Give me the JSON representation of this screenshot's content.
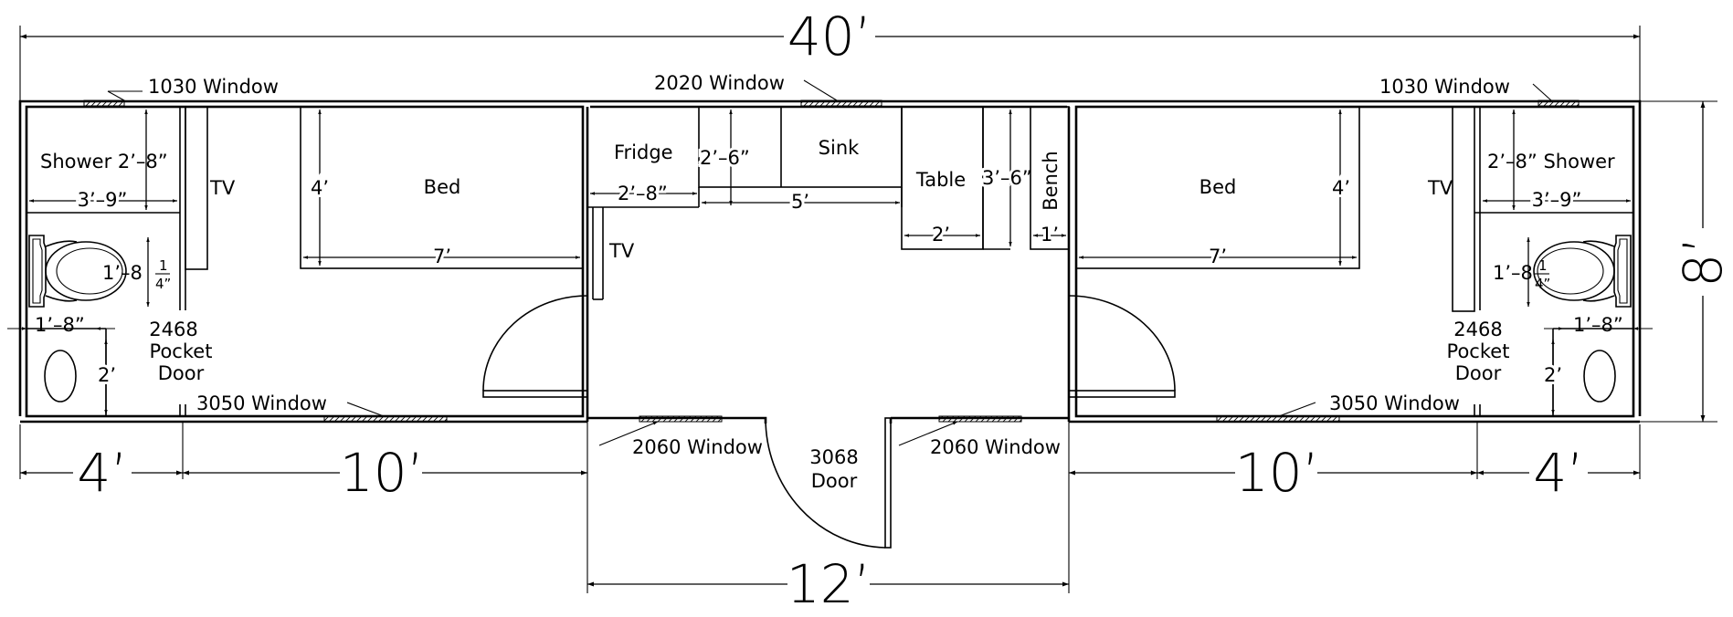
{
  "dimensions": {
    "overall_length": "40’",
    "overall_width": "8’",
    "left_bath": "4’",
    "left_room": "10’",
    "center": "12’",
    "right_room": "10’",
    "right_bath": "4’"
  },
  "windows": {
    "top_left": "1030  Window",
    "top_center": "2020  Window",
    "top_right": "1030  Window",
    "bottom_left": "3050  Window",
    "bottom_right": "3050  Window",
    "center_left": "2060  Window",
    "center_right": "2060  Window"
  },
  "left_wing": {
    "shower": "Shower 2’–8”",
    "shower_width": "3’–9”",
    "toilet_dim": "1’–8",
    "toilet_frac_num": "1",
    "toilet_frac_den": "4”",
    "sink_width": "1’–8”",
    "sink_depth": "2’",
    "tv": "TV",
    "bed": "Bed",
    "bed_width": "4’",
    "bed_length": "7’",
    "door_code": "2468",
    "door_line1": "Pocket",
    "door_line2": "Door"
  },
  "center_area": {
    "fridge": "Fridge",
    "fridge_width": "2’–8”",
    "tv": "TV",
    "counter_depth": "2’–6”",
    "sink": "Sink",
    "counter_length": "5’",
    "table": "Table",
    "table_width": "2’",
    "table_length": "3’–6”",
    "bench": "Bench",
    "bench_width": "1’",
    "door_code": "3068",
    "door_label": "Door"
  },
  "right_wing": {
    "shower": "2’–8” Shower",
    "shower_width": "3’–9”",
    "toilet_dim": "1’–8",
    "toilet_frac_num": "1",
    "toilet_frac_den": "4”",
    "sink_width": "1’–8”",
    "sink_depth": "2’",
    "tv": "TV",
    "bed": "Bed",
    "bed_width": "4’",
    "bed_length": "7’",
    "door_code": "2468",
    "door_line1": "Pocket",
    "door_line2": "Door"
  }
}
